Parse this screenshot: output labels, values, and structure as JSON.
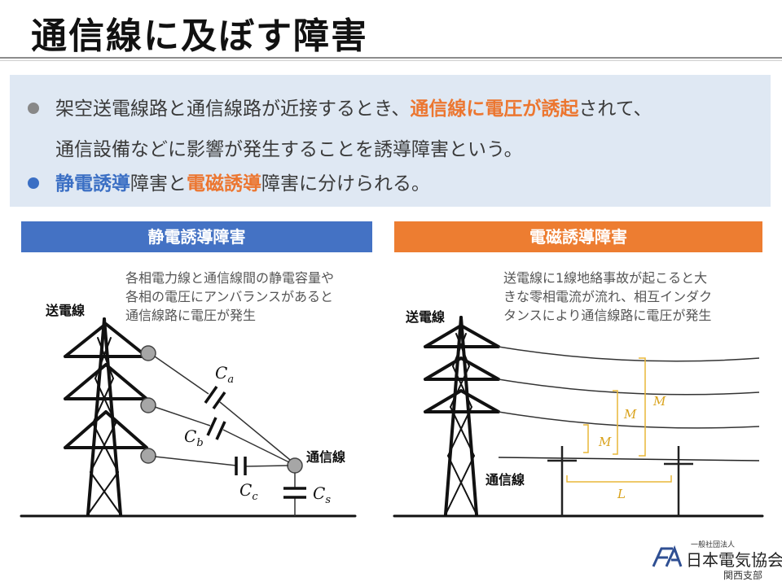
{
  "title": "通信線に及ぼす障害",
  "summary": {
    "line1_a": "架空送電線路と通信線路が近接するとき、",
    "line1_b": "通信線に電圧が誘起",
    "line1_c": "されて、",
    "line2": "通信設備などに影響が発生することを誘導障害という。",
    "line3_a": "静電誘導",
    "line3_b": "障害と",
    "line3_c": "電磁誘導",
    "line3_d": "障害に分けられる。"
  },
  "left_panel": {
    "header": "静電誘導障害",
    "desc1": "各相電力線と通信線間の静電容量や",
    "desc2": "各相の電圧にアンバランスがあると",
    "desc3": "通信線路に電圧が発生",
    "power_line_label": "送電線",
    "comm_line_label": "通信線",
    "cap_a": "C",
    "cap_a_sub": "a",
    "cap_b": "C",
    "cap_b_sub": "b",
    "cap_c": "C",
    "cap_c_sub": "c",
    "cap_s": "C",
    "cap_s_sub": "s"
  },
  "right_panel": {
    "header": "電磁誘導障害",
    "desc1": "送電線に1線地絡事故が起こると大",
    "desc2": "きな零相電流が流れ、相互インダク",
    "desc3": "タンスにより通信線路に電圧が発生",
    "power_line_label": "送電線",
    "comm_line_label": "通信線",
    "m1": "M",
    "m2": "M",
    "m3": "M",
    "length": "L"
  },
  "logo": {
    "small": "一般社団法人",
    "main": "日本電気協会",
    "branch": "関西支部"
  },
  "colors": {
    "blue": "#4472c4",
    "orange": "#ed7d31",
    "annotation": "#d9a21b",
    "box_bg": "#dfe8f3"
  }
}
